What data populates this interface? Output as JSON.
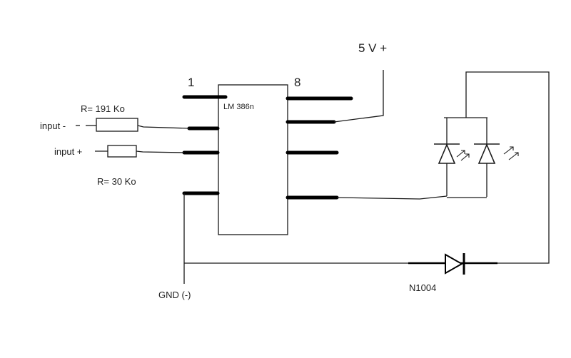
{
  "supply_label": "5 V +",
  "pin1_label": "1",
  "pin8_label": "8",
  "chip_label": "LM 386n",
  "resistor_top_label": "R= 191 Ko",
  "resistor_bottom_label": "R= 30 Ko",
  "input_minus_label": "input -",
  "input_plus_label": "input +",
  "gnd_label": "GND (-)",
  "diode_label": "N1004"
}
